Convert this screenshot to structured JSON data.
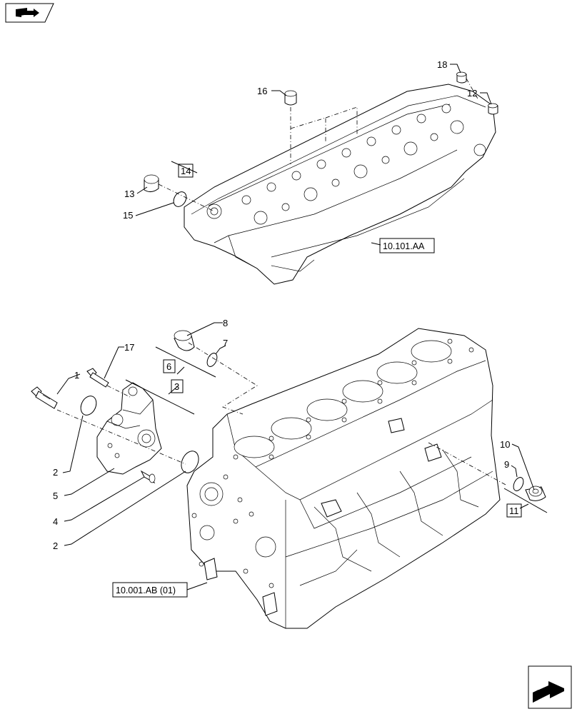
{
  "diagram": {
    "callouts": {
      "c1": "1",
      "c2a": "2",
      "c2b": "2",
      "c4": "4",
      "c5": "5",
      "c7": "7",
      "c8": "8",
      "c9": "9",
      "c10": "10",
      "c12": "12",
      "c13": "13",
      "c15": "15",
      "c16": "16",
      "c17": "17",
      "c18": "18"
    },
    "boxed_callouts": {
      "b3": "3",
      "b6": "6",
      "b11": "11",
      "b14": "14"
    },
    "references": {
      "cylinder_head": "10.101.AA",
      "engine_block": "10.001.AB (01)"
    },
    "icons": {
      "top_left": "book-arrow-icon",
      "bottom_right": "next-page-arrow-icon"
    }
  }
}
